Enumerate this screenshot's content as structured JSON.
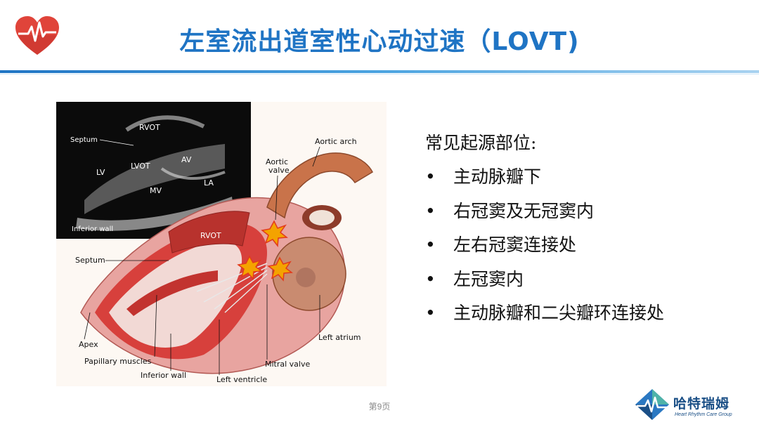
{
  "slide": {
    "title": "左室流出道室性心动过速（LOVT)",
    "page_label": "第9页"
  },
  "figure": {
    "echo_labels": {
      "rvot": "RVOT",
      "septum": "Septum",
      "lvot": "LVOT",
      "av": "AV",
      "lv": "LV",
      "mv": "MV",
      "la": "LA",
      "inferior_wall": "Inferior wall"
    },
    "anatomy_labels": {
      "aortic_arch": "Aortic arch",
      "aortic_valve_1": "Aortic",
      "aortic_valve_2": "valve",
      "rvot": "RVOT",
      "septum": "Septum",
      "apex": "Apex",
      "papillary_muscles": "Papillary muscles",
      "inferior_wall": "Inferior wall",
      "left_ventricle": "Left ventricle",
      "mitral_valve": "Mitral valve",
      "left_atrium": "Left atrium"
    }
  },
  "content": {
    "lead": "常见起源部位:",
    "bullet_glyph": "•",
    "items": [
      "主动脉瓣下",
      "右冠窦及无冠窦内",
      "左右冠窦连接处",
      "左冠窦内",
      "主动脉瓣和二尖瓣环连接处"
    ]
  },
  "brand": {
    "name": "哈特瑞姆",
    "subtitle": "Heart Rhythm Care Group",
    "heart_icon": "heart-ecg-icon",
    "logo_icon": "diamond-ecg-logo"
  },
  "colors": {
    "title": "#1f74c4",
    "heart": "#e0443a",
    "brand": "#1a4f86"
  }
}
